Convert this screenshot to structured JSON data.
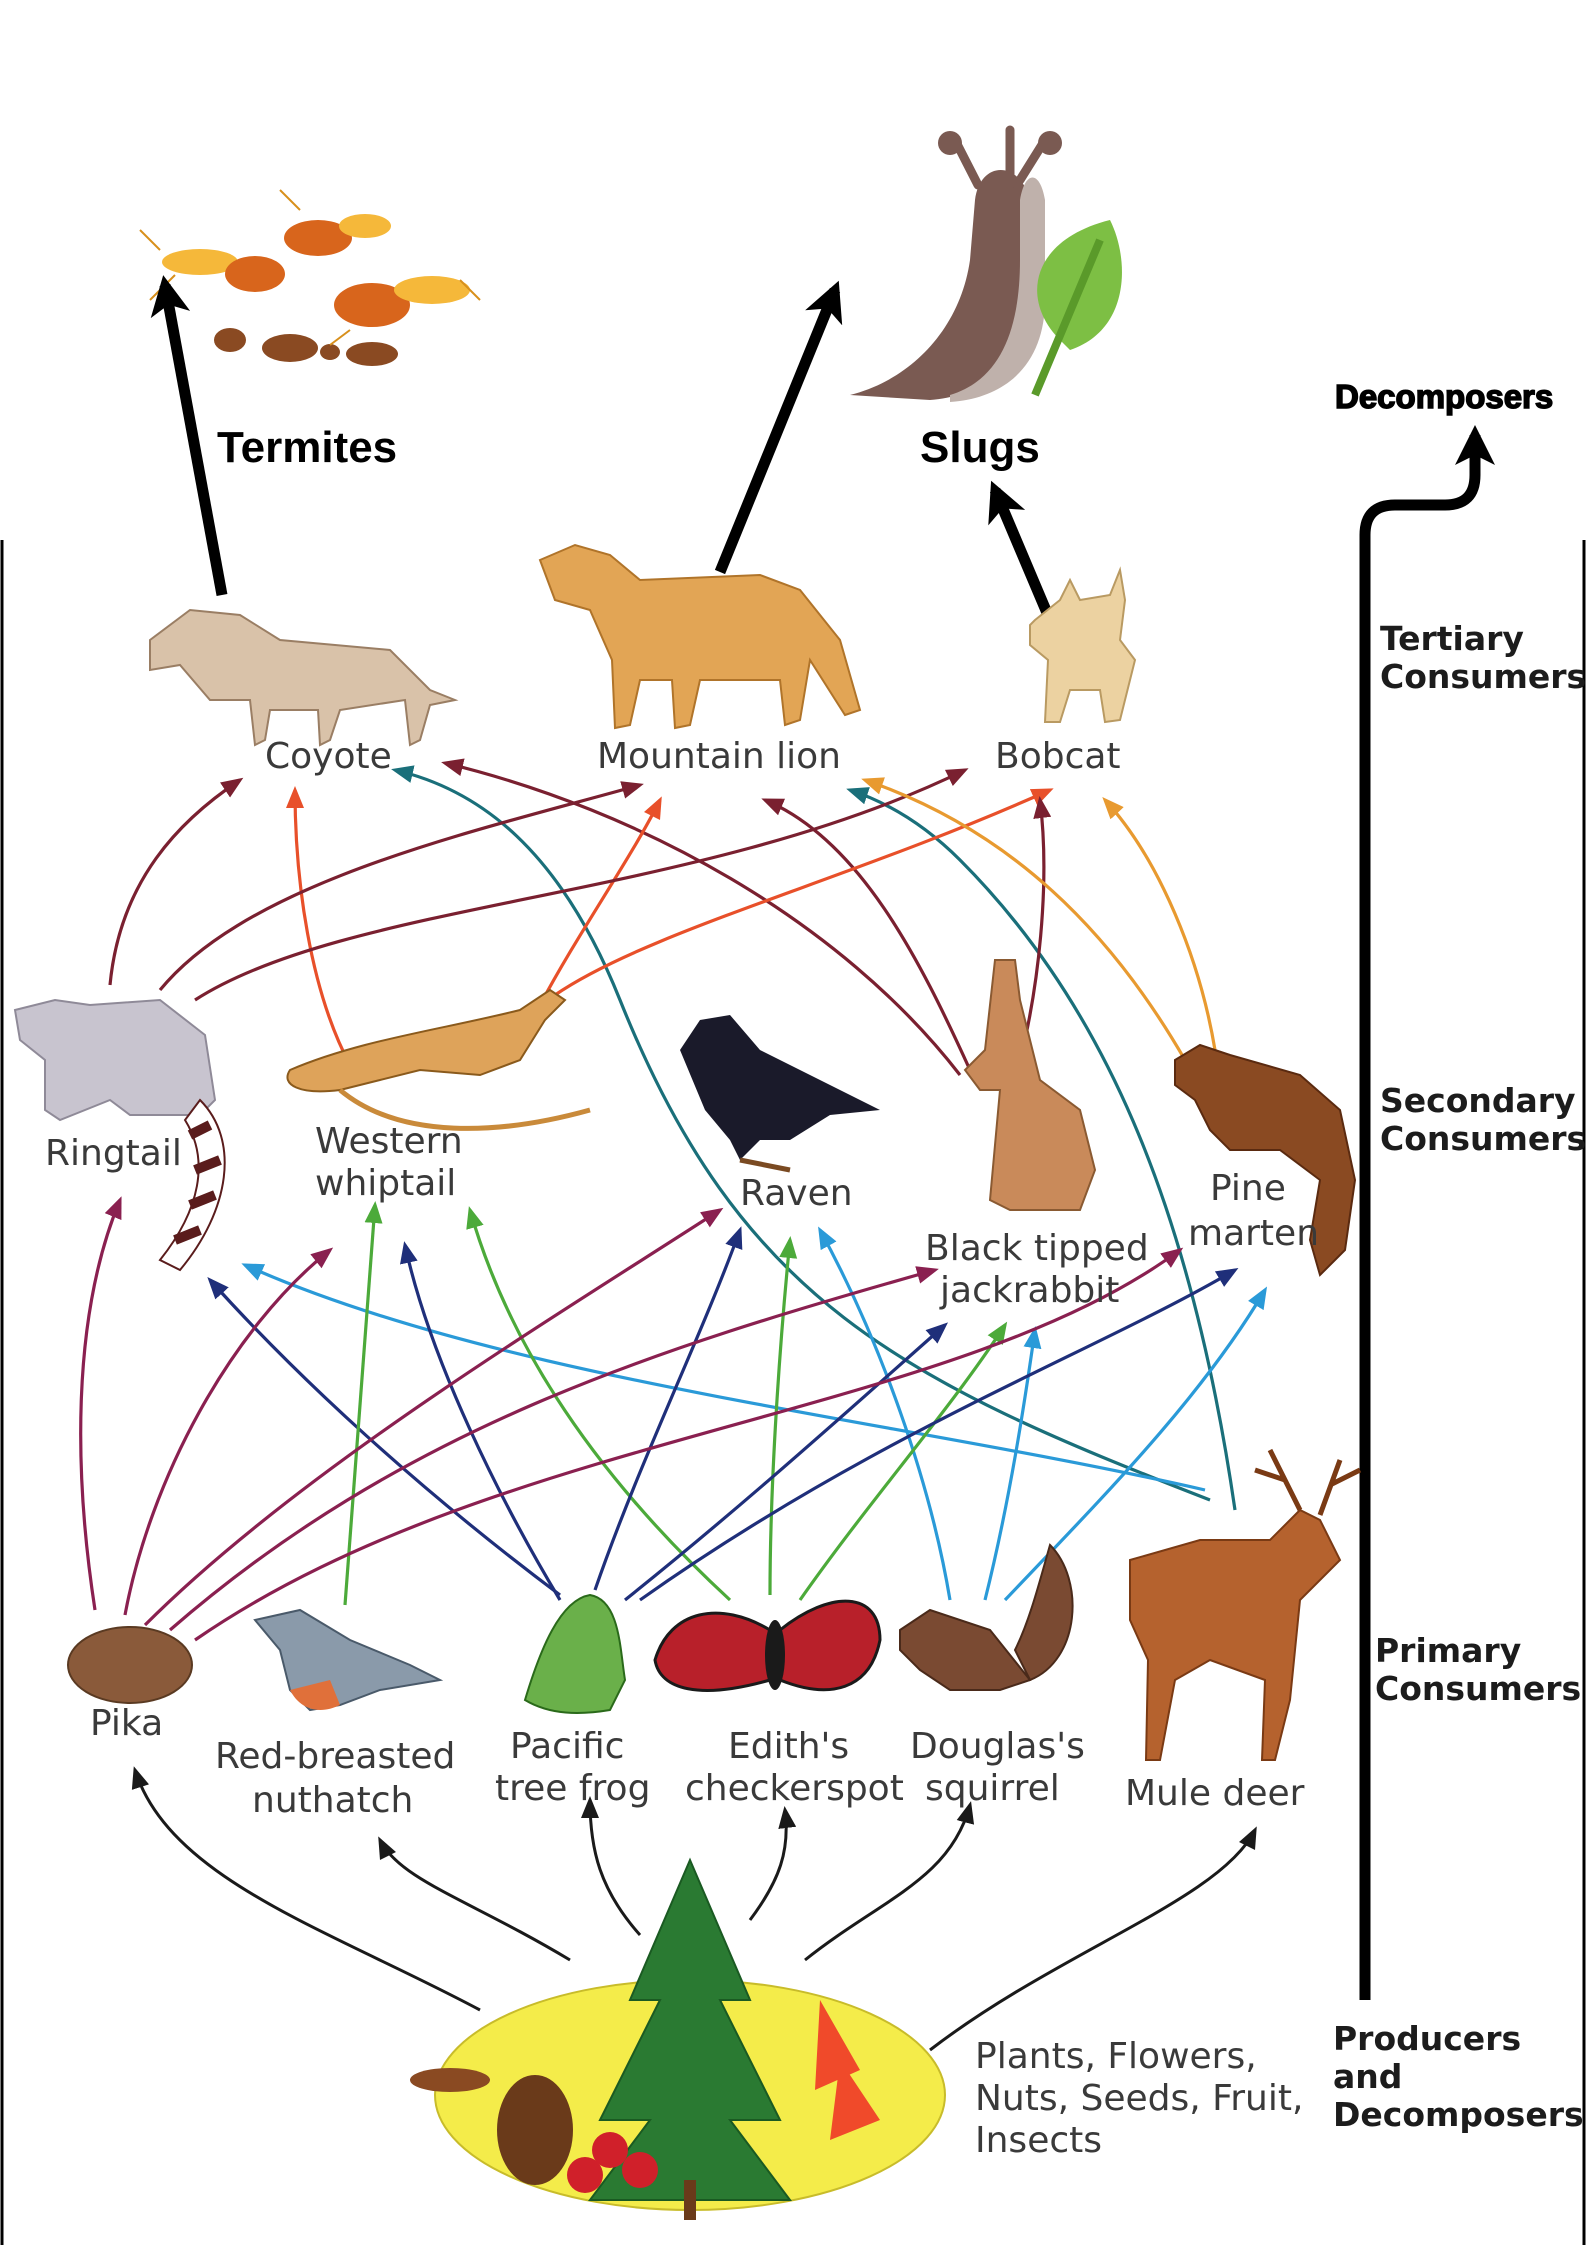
{
  "top_labels": {
    "termites": "Termites",
    "slugs": "Slugs",
    "decomposers": "Decomposers"
  },
  "levels": {
    "tertiary": [
      "Tertiary",
      "Consumers"
    ],
    "secondary": [
      "Secondary",
      "Consumers"
    ],
    "primary": [
      "Primary",
      "Consumers"
    ],
    "producers": [
      "Producers",
      "and",
      "Decomposers"
    ]
  },
  "animals": {
    "coyote": "Coyote",
    "mountain_lion": "Mountain lion",
    "bobcat": "Bobcat",
    "ringtail": "Ringtail",
    "western_whiptail": [
      "Western",
      "whiptail"
    ],
    "raven": "Raven",
    "jackrabbit": [
      "Black tipped",
      "jackrabbit"
    ],
    "pine_marten": [
      "Pine",
      "marten"
    ],
    "pika": "Pika",
    "nuthatch": [
      "Red-breasted",
      "nuthatch"
    ],
    "tree_frog": [
      "Pacific",
      "tree frog"
    ],
    "checkerspot": [
      "Edith's",
      "checkerspot"
    ],
    "squirrel": [
      "Douglas's",
      "squirrel"
    ],
    "mule_deer": "Mule deer"
  },
  "producers_label": [
    "Plants, Flowers,",
    "Nuts, Seeds, Fruit,",
    "Insects"
  ],
  "colors": {
    "maroon": "#7a2030",
    "orange_red": "#e8502a",
    "teal": "#1a6f7a",
    "light_orange": "#e89a30",
    "navy": "#1f2f7a",
    "green": "#4caa3a",
    "sky_blue": "#2a9ad8",
    "purple": "#8a2050",
    "black": "#000000",
    "producer_yellow": "#f4ec4a"
  }
}
